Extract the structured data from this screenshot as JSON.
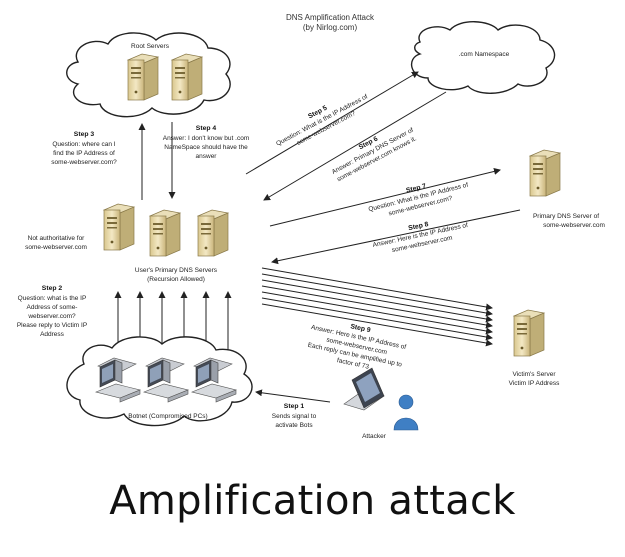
{
  "diagram": {
    "title_line1": "DNS Amplification Attack",
    "title_line2": "(by Nirlog.com)",
    "root_servers": "Root Servers",
    "com_namespace": ".com Namespace",
    "step3": {
      "label": "Step 3",
      "lines": [
        "Question: where can I",
        "find the IP Address of",
        "some-webserver.com?"
      ]
    },
    "step4": {
      "label": "Step 4",
      "lines": [
        "Answer: I don't know but .com",
        "NameSpace should have the",
        "answer"
      ]
    },
    "step5": {
      "label": "Step 5",
      "lines": [
        "Question: What is the IP Address of",
        "some-webserver.com?"
      ]
    },
    "step6": {
      "label": "Step 6",
      "lines": [
        "Answer: Primary DNS Server of",
        "some-webserver.com knows it."
      ]
    },
    "step7": {
      "label": "Step 7",
      "lines": [
        "Question: What is the IP Address of",
        "some-webserver.com?"
      ]
    },
    "step8": {
      "label": "Step 8",
      "lines": [
        "Answer: Here is the IP Address of",
        "some-webserver.com"
      ]
    },
    "step9": {
      "label": "Step 9",
      "lines": [
        "Answer: Here is the IP Address of",
        "some-webserver.com",
        "Each reply can be amplified up to",
        "factor of 73"
      ]
    },
    "step2": {
      "label": "Step 2",
      "lines": [
        "Question: what is the IP",
        "Address of some-",
        "webserver.com?",
        "Please reply to Victim IP",
        "Address"
      ]
    },
    "step1": {
      "label": "Step 1",
      "lines": [
        "Sends signal to",
        "activate Bots"
      ]
    },
    "not_authoritative": [
      "Not authoritative for",
      "some-webserver.com"
    ],
    "users_dns": [
      "User's Primary DNS Servers",
      "(Recursion Allowed)"
    ],
    "primary_dns": [
      "Primary DNS Server of",
      "some-webserver.com"
    ],
    "victim": [
      "Victim's Server",
      "Victim IP Address"
    ],
    "botnet": "Botnet (Compromised PCs)",
    "attacker": "Attacker"
  },
  "caption": "Amplification attack"
}
